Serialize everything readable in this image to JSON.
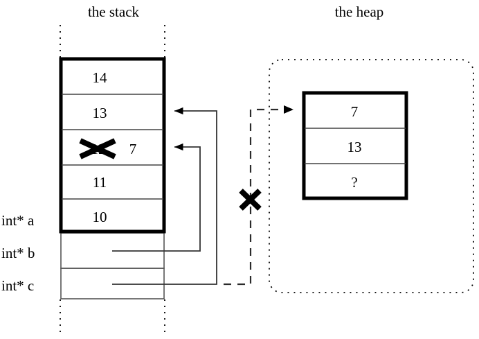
{
  "diagram": {
    "title_stack": "the stack",
    "title_heap": "the heap",
    "stack": {
      "frame_cells": [
        {
          "value": "14"
        },
        {
          "value": "13"
        },
        {
          "value": "7",
          "struck_value": "12",
          "struck": true
        },
        {
          "value": "11"
        },
        {
          "value": "10"
        }
      ],
      "outer_cells": [
        {
          "value": ""
        },
        {
          "value": ""
        }
      ],
      "labels": [
        {
          "text": "int* a"
        },
        {
          "text": "int* b"
        },
        {
          "text": "int* c"
        }
      ]
    },
    "heap": {
      "cells": [
        {
          "value": "7"
        },
        {
          "value": "13"
        },
        {
          "value": "?"
        }
      ]
    },
    "markers": {
      "struck_stack_value": "12",
      "invalid_pointer_mark": "X",
      "struck_value_mark": "X"
    },
    "colors": {
      "ink": "#000000",
      "thin_rule": "#444444",
      "pointer_line": "#333333",
      "background": "#ffffff"
    }
  }
}
